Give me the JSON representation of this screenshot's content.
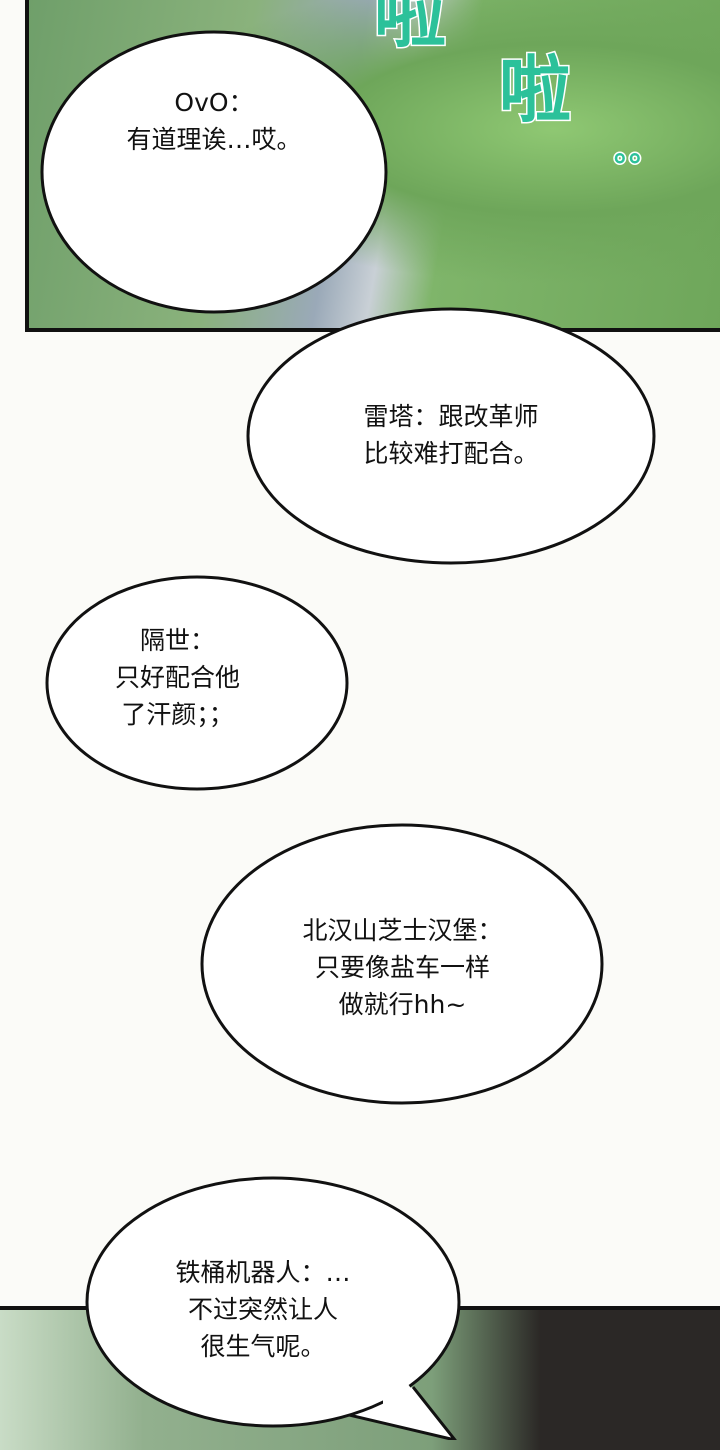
{
  "sound_effects": {
    "top_partial": "啦",
    "main": "啦",
    "drops": "。。"
  },
  "bubbles": [
    {
      "lines": [
        "OvO：",
        "有道理诶…哎。"
      ]
    },
    {
      "lines": [
        "雷塔：跟改革师",
        "比较难打配合。"
      ]
    },
    {
      "lines": [
        "隔世：",
        "只好配合他",
        "了汗颜；；"
      ]
    },
    {
      "lines": [
        "北汉山芝士汉堡：",
        "只要像盐车一样",
        "做就行hh~"
      ]
    },
    {
      "lines": [
        "铁桶机器人：…",
        "不过突然让人",
        "很生气呢。"
      ]
    }
  ],
  "colors": {
    "sfx": "#2cc19a",
    "border": "#111111"
  }
}
